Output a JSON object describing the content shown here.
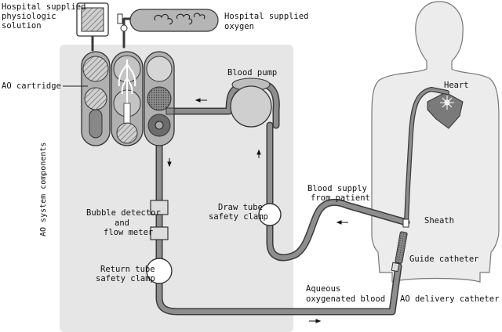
{
  "labels": {
    "solution_line1": "Hospital supplied",
    "solution_line2": "physiologic",
    "solution_line3": "solution",
    "oxygen_line1": "Hospital supplied",
    "oxygen_line2": "oxygen",
    "cartridge": "AO cartridge",
    "blood_pump": "Blood pump",
    "system_components": "AO system components",
    "heart": "Heart",
    "blood_supply_line1": "Blood supply",
    "blood_supply_line2": "from patient",
    "draw_clamp_line1": "Draw tube",
    "draw_clamp_line2": "safety clamp",
    "bubble_line1": "Bubble detector",
    "bubble_line2": "and",
    "bubble_line3": "flow meter",
    "sheath": "Sheath",
    "guide_catheter": "Guide catheter",
    "return_clamp_line1": "Return tube",
    "return_clamp_line2": "safety clamp",
    "aqueous_line1": "Aqueous",
    "aqueous_line2": "oxygenated blood",
    "delivery_catheter": "AO delivery catheter"
  },
  "colors": {
    "panel": "#e6e6e6",
    "tube": "#8e8e8e",
    "tube_outline": "#3a3a3a",
    "body_fill": "#ececec",
    "heart": "#7a7a7a"
  }
}
